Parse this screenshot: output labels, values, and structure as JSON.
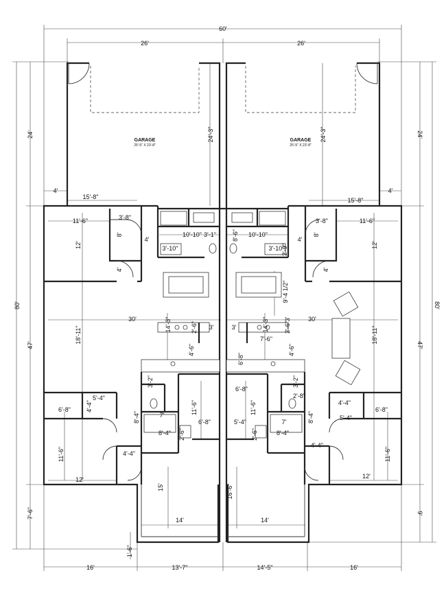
{
  "garages": [
    {
      "label": "GARAGE",
      "size": "25'-5\" X 23'-8\""
    },
    {
      "label": "GARAGE",
      "size": "25'-5\" X 23'-8\""
    }
  ],
  "dims": {
    "overall_width": "60'",
    "garage_width_left": "26'",
    "garage_width_right": "26'",
    "garage_depth_left": "24'",
    "garage_depth_right": "24'",
    "overall_depth_left": "80'",
    "overall_depth_right": "80'",
    "house_depth_left": "47'",
    "house_depth_right": "47'",
    "porch_left": "7'-6\"",
    "porch_right": "9'",
    "bottom_offset": "1'-6\"",
    "bottom_1": "16'",
    "bottom_2": "13'-7\"",
    "bottom_3": "14'-5\"",
    "bottom_4": "16'",
    "garage_inner_depth_l": "24'-3\"",
    "garage_inner_depth_r": "24'-3\"",
    "notch_l": "4'",
    "notch_r": "4'",
    "ext_l": "15'-8\"",
    "ext_r": "15'-8\"",
    "bed1_w_l": "11'-6\"",
    "bed1_w_r": "11'-6\"",
    "closet1_l": "3'-8\"",
    "closet1_r": "3'-8\"",
    "closet_d_l": "8'",
    "closet_d_r": "8'",
    "bed1_d_l": "12'",
    "bed1_d_r": "12'",
    "hall4_l": "4'",
    "hall4_r": "4'",
    "hall4b_l": "4'",
    "hall4b_r": "4'",
    "bath_w_l": "10'-10\"",
    "bath_w_r": "10'-10\"",
    "bath_c_l": "3'-1\"",
    "bath_c_r": "8'-6\"",
    "laundry_l": "3'-10\"",
    "laundry_r": "3'-10\"",
    "laundry_h_r": "2'-9\"",
    "dining_d": "9'-4 1/2\"",
    "great_w_l": "30'",
    "great_w_r": "30'",
    "kitchen_l": "14'-3\"",
    "kitchen_r": "14'-3\"",
    "k_small_l": "2'-6\"",
    "k_small_r": "2'-6\"",
    "pantry_l": "3'",
    "pantry_r": "3'",
    "pantry_r2": "3'",
    "liv_d_l": "18'-11\"",
    "liv_d_r": "18'-11\"",
    "k_hall_l": "4'-6\"",
    "k_hall_r": "4'-6\"",
    "island_r": "7'-6\"",
    "k_c_r": "6'-8\"",
    "bath2_l": "3'-2\"",
    "bath2_r": "3'-2\"",
    "bed2_w_l": "6'-8\"",
    "bed2_w_r": "6'-8\"",
    "clos2_l": "5'-4\"",
    "clos2_r": "5'-4\"",
    "clos2h_l": "4'-4\"",
    "clos2h_r": "4'-4\"",
    "util_l": "2'-8\"",
    "mbath_d_l": "8'-4\"",
    "mbath_d_r": "8'-4\"",
    "mbath_w_l": "7'",
    "mbath_w_r": "7'",
    "hall_d_l": "11'-6\"",
    "hall_d_r": "11'-6\"",
    "hall_w_l": "6'-8\"",
    "hall_w_r": "5'-4\"",
    "tub_l": "8'-4\"",
    "tub_r": "8'-4\"",
    "shower_l": "2'-6\"",
    "shower_r": "2'-6\"",
    "bed3_hall_l": "4'-4\"",
    "bed3_hall_r": "4'-4\"",
    "bed3_d_l": "11'-6\"",
    "bed3_d_r": "11'-6\"",
    "bed3_w_l": "12'",
    "bed3_w_r": "12'",
    "porch_d_l": "15'",
    "porch_d_r": "16'-6\"",
    "porch_w_l": "14'",
    "porch_w_r": "14'"
  }
}
